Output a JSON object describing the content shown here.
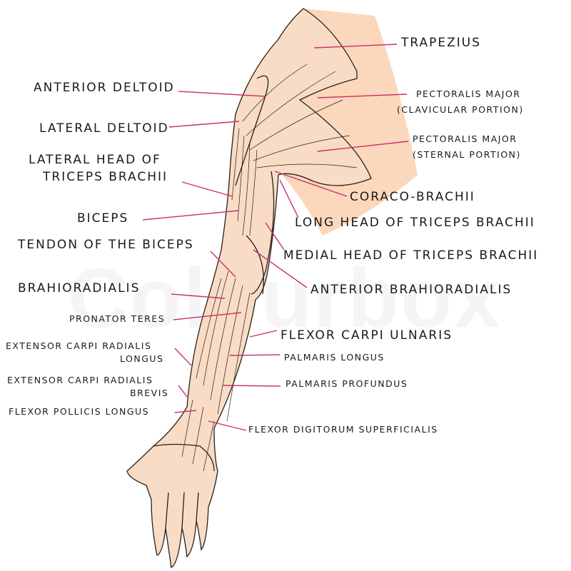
{
  "watermark": "Colourbox",
  "colors": {
    "skin": "#f8dcc6",
    "shoulder": "#fbd7bb",
    "leader": "#c8326a",
    "outline": "#2a1f16"
  },
  "labels": {
    "trapezius": "TRAPEZIUS",
    "anterior_deltoid": "ANTERIOR DELTOID",
    "pec_clav_1": "PECTORALIS MAJOR",
    "pec_clav_2": "(CLAVICULAR PORTION)",
    "lateral_deltoid": "LATERAL DELTOID",
    "pec_stern_1": "PECTORALIS MAJOR",
    "pec_stern_2": "(STERNAL PORTION)",
    "lat_triceps_1": "LATERAL HEAD OF",
    "lat_triceps_2": "TRICEPS BRACHII",
    "coraco": "CORACO-BRACHII",
    "biceps": "BICEPS",
    "long_triceps": "LONG HEAD OF TRICEPS BRACHII",
    "tendon_biceps": "TENDON OF THE BICEPS",
    "medial_triceps": "MEDIAL HEAD OF TRICEPS BRACHII",
    "brahioradialis": "BRAHIORADIALIS",
    "ant_brahioradialis": "ANTERIOR BRAHIORADIALIS",
    "pronator": "PRONATOR TERES",
    "fcu": "FLEXOR CARPI ULNARIS",
    "ecrl_1": "EXTENSOR CARPI RADIALIS",
    "ecrl_2": "LONGUS",
    "palmaris_longus": "PALMARIS LONGUS",
    "ecrb_1": "EXTENSOR CARPI RADIALIS",
    "ecrb_2": "BREVIS",
    "palmaris_profundus": "PALMARIS PROFUNDUS",
    "fpl": "FLEXOR POLLICIS LONGUS",
    "fds": "FLEXOR DIGITORUM SUPERFICIALIS"
  }
}
